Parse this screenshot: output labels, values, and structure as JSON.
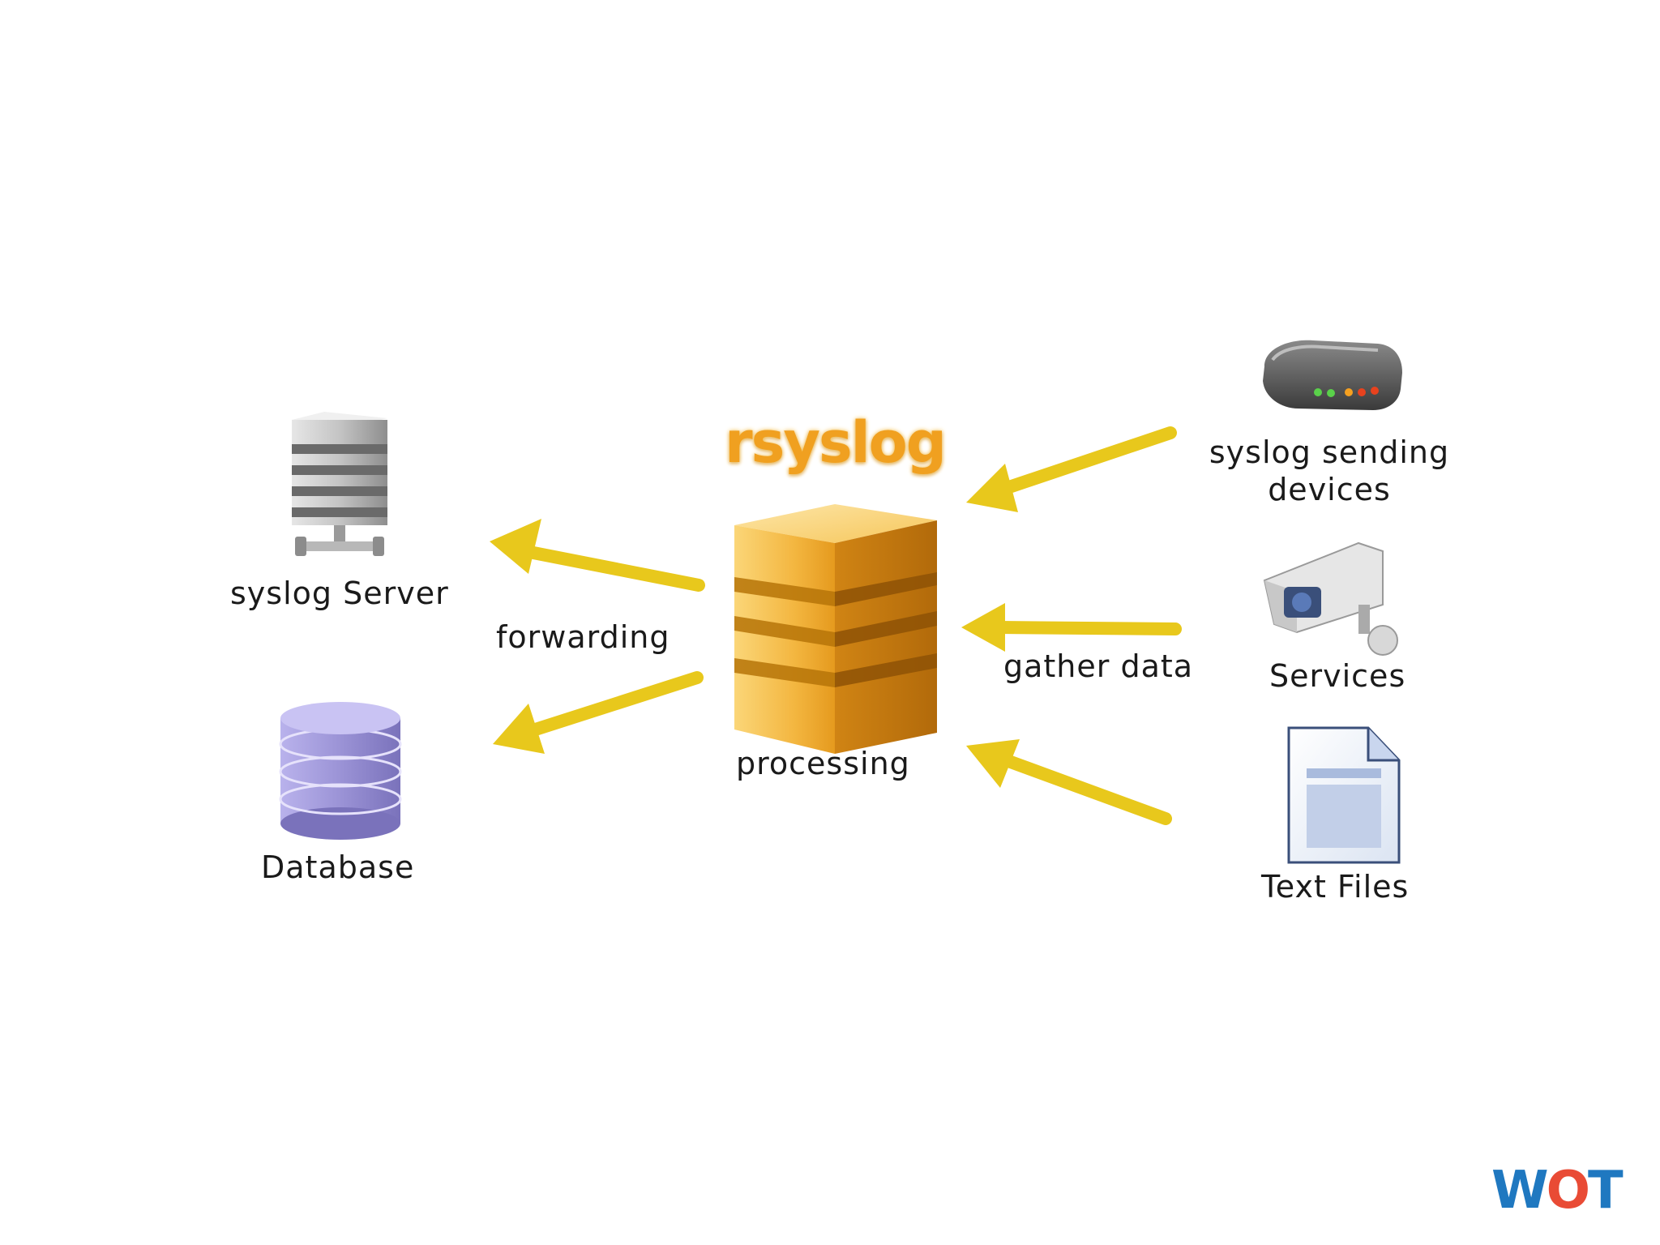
{
  "title": "rsyslog",
  "center_label": "processing",
  "labels": {
    "forwarding": "forwarding",
    "gather_data": "gather data"
  },
  "outputs": [
    {
      "id": "syslog-server",
      "label": "syslog Server",
      "icon": "server-icon"
    },
    {
      "id": "database",
      "label": "Database",
      "icon": "database-icon"
    }
  ],
  "inputs": [
    {
      "id": "devices",
      "label_line1": "syslog sending",
      "label_line2": "devices",
      "icon": "network-device-icon"
    },
    {
      "id": "services",
      "label": "Services",
      "icon": "security-camera-icon"
    },
    {
      "id": "text-files",
      "label": "Text Files",
      "icon": "text-file-icon"
    }
  ],
  "logo": {
    "w": "W",
    "o": "O",
    "t": "T"
  },
  "colors": {
    "arrow": "#e8c81c",
    "processing_box": "#f2b43c",
    "database": "#9b93d6",
    "server": "#8c8c8c",
    "title": "#f0a020"
  }
}
